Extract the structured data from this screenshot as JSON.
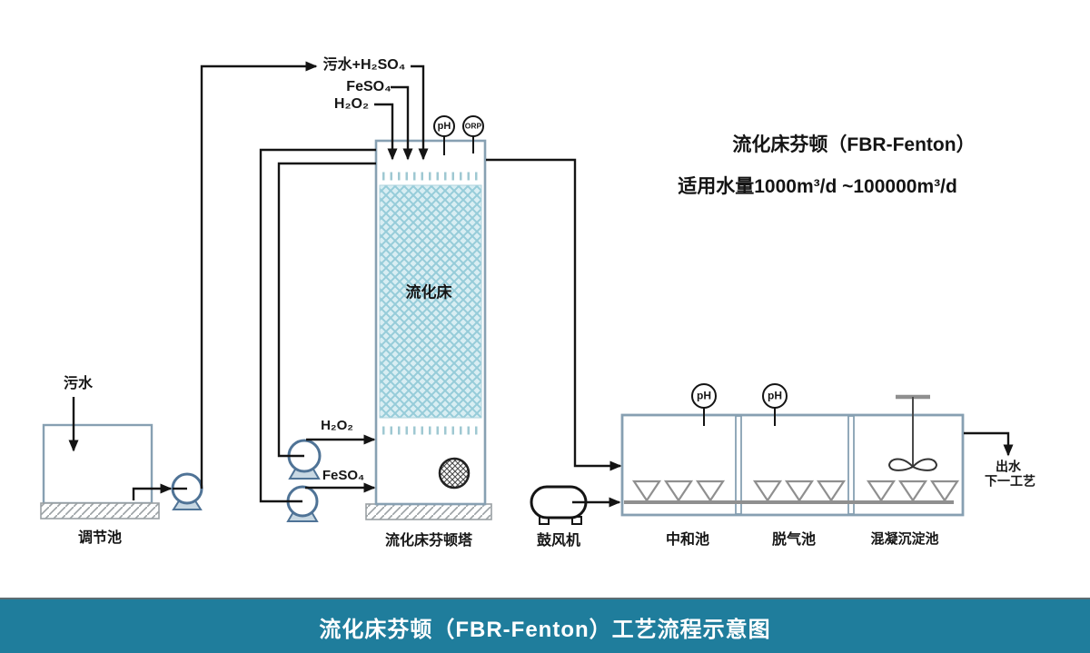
{
  "header": {
    "title": "流化床芬顿（FBR-Fenton）",
    "capacity": "适用水量1000m³/d ~100000m³/d"
  },
  "banner": {
    "title": "流化床芬顿（FBR-Fenton）工艺流程示意图"
  },
  "feeds": {
    "top_sewage": "污水+H₂SO₄",
    "top_feso4": "FeSO₄",
    "top_h2o2": "H₂O₂",
    "side_h2o2": "H₂O₂",
    "side_feso4": "FeSO₄"
  },
  "gauges": {
    "tower_ph": "pH",
    "tower_orp": "ORP",
    "neutral_ph": "pH",
    "degas_ph": "pH"
  },
  "labels": {
    "influent": "污水",
    "adjust_tank": "调节池",
    "fluidized_bed": "流化床",
    "tower": "流化床芬顿塔",
    "blower": "鼓风机",
    "neutralization": "中和池",
    "degassing": "脱气池",
    "coagulation": "混凝沉淀池",
    "effluent1": "出水",
    "effluent2": "下一工艺"
  },
  "colors": {
    "banner_bg": "#1f7d9c",
    "vessel_stroke": "#87a0b2",
    "bed_fill": "#d9eef3",
    "bed_line": "#96ccd9",
    "pump_stroke": "#4f7396",
    "pipe_gray": "#8f8f8f",
    "line_black": "#141414"
  }
}
